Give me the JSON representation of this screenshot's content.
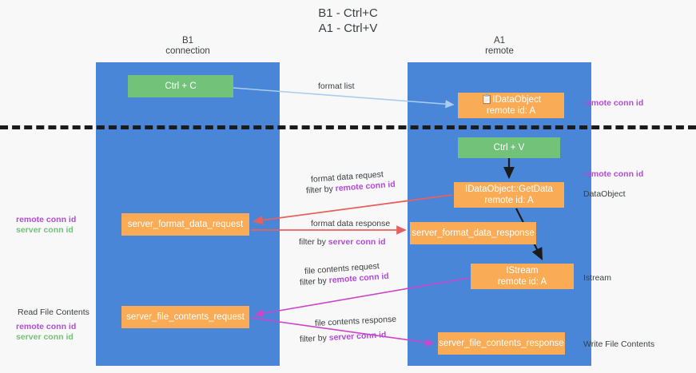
{
  "title": {
    "line1": "B1 - Ctrl+C",
    "line2": "A1 - Ctrl+V"
  },
  "columns": {
    "left": {
      "name": "B1",
      "role": "connection"
    },
    "right": {
      "name": "A1",
      "role": "remote"
    }
  },
  "colors": {
    "lane": "#4a86d8",
    "node_green": "#72c279",
    "node_orange": "#f9ab55",
    "remote_conn_id": "#b24bd8",
    "server_conn_id": "#72c279",
    "arrow_blue": "#a9cdf0",
    "arrow_red": "#e8605d",
    "arrow_magenta": "#cc44cc",
    "arrow_black": "#1b1b1b",
    "divider": "#1b1b1b"
  },
  "nodes": {
    "ctrl_c": {
      "label": "Ctrl + C"
    },
    "idataobject": {
      "line1": "📋IDataObject",
      "line2": "remote id: A"
    },
    "ctrl_v": {
      "label": "Ctrl + V"
    },
    "getdata": {
      "line1": "IDataObject::GetData",
      "line2": "remote id: A"
    },
    "server_format_data_request": {
      "label": "server_format_data_request"
    },
    "server_format_data_response": {
      "label": "server_format_data_response"
    },
    "istream": {
      "line1": "IStream",
      "line2": "remote id: A"
    },
    "server_file_contents_request": {
      "label": "server_file_contents_request"
    },
    "server_file_contents_response": {
      "label": "server_file_contents_response"
    }
  },
  "flows": {
    "format_list": "format list",
    "format_data_request": "format data request",
    "format_data_request_filter_prefix": "filter by ",
    "format_data_request_filter_key": "remote conn id",
    "format_data_response": "format data response",
    "format_data_response_filter_prefix": "filter by ",
    "format_data_response_filter_key": "server conn id",
    "file_contents_request": "file contents request",
    "file_contents_request_filter_prefix": "filter by ",
    "file_contents_request_filter_key": "remote conn id",
    "file_contents_response": "file contents response",
    "file_contents_response_filter_prefix": "filter by ",
    "file_contents_response_filter_key": "server conn id"
  },
  "annotations": {
    "right_remote_conn_id_top": "remote conn id",
    "right_remote_conn_id_mid": "remote conn id",
    "dataobject": "DataObject",
    "istream": "Istream",
    "write_file_contents": "Write File Contents",
    "left_remote_conn_id_mid": "remote conn id",
    "left_server_conn_id_mid": "server conn id",
    "read_file_contents": "Read File Contents",
    "left_remote_conn_id_bottom": "remote conn id",
    "left_server_conn_id_bottom": "server conn id"
  }
}
